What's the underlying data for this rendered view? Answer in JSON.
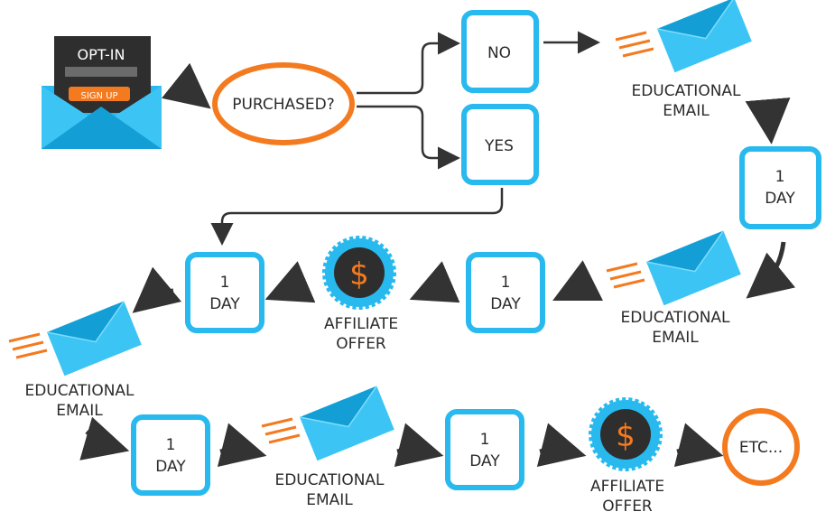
{
  "colors": {
    "blue": "#28b9ef",
    "blue_dark": "#139fd6",
    "orange": "#f47a1f",
    "dark": "#2b2b2b",
    "arrow": "#333333"
  },
  "optin": {
    "title": "OPT-IN",
    "button": "SIGN UP"
  },
  "decision": {
    "label": "PURCHASED?"
  },
  "branches": {
    "no": "NO",
    "yes": "YES"
  },
  "educational": {
    "line1": "EDUCATIONAL",
    "line2": "EMAIL"
  },
  "delay": {
    "line1": "1",
    "line2": "DAY"
  },
  "affiliate": {
    "symbol": "$",
    "line1": "AFFILIATE",
    "line2": "OFFER"
  },
  "end": {
    "label": "ETC..."
  },
  "icons": [
    "envelope-icon",
    "dollar-badge-icon"
  ]
}
